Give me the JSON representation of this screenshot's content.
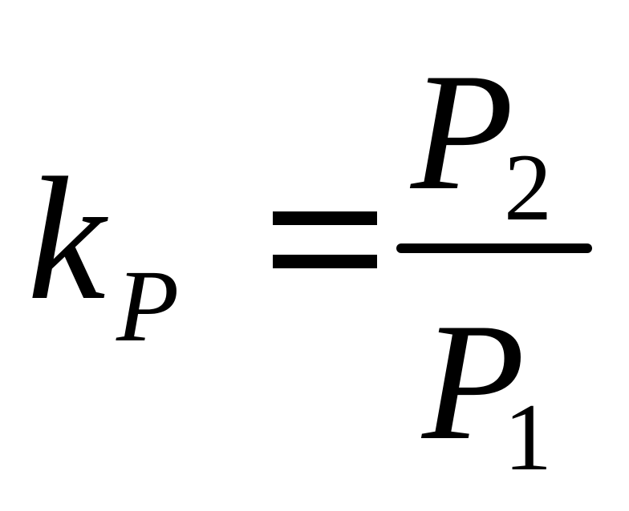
{
  "formula": {
    "lhs": {
      "symbol": "k",
      "subscript": "P"
    },
    "relation": "=",
    "rhs": {
      "numerator": {
        "symbol": "P",
        "subscript": "2"
      },
      "denominator": {
        "symbol": "P",
        "subscript": "1"
      }
    }
  }
}
